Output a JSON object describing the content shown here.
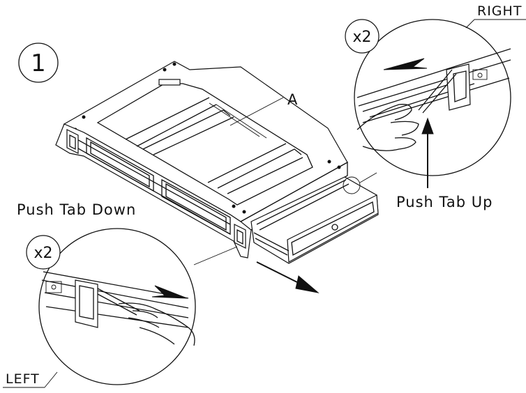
{
  "figure": {
    "step_number": "1",
    "part_label": "A",
    "labels": {
      "right_side": "RIGHT",
      "left_side": "LEFT",
      "push_tab_up": "Push Tab Up",
      "push_tab_down": "Push Tab Down"
    },
    "multipliers": {
      "right_detail": "x2",
      "left_detail": "x2"
    }
  }
}
